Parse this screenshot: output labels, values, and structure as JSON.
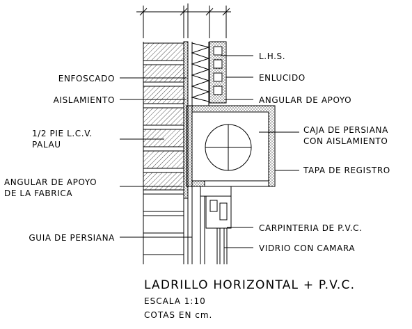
{
  "labels_right": {
    "lhs": "L.H.S.",
    "enlucido": "ENLUCIDO",
    "angular_apoyo": "ANGULAR DE APOYO",
    "caja_persiana_1": "CAJA DE PERSIANA",
    "caja_persiana_2": "CON AISLAMIENTO",
    "tapa_registro": "TAPA DE REGISTRO",
    "carpinteria": "CARPINTERIA DE P.V.C.",
    "vidrio": "VIDRIO CON CAMARA"
  },
  "labels_left": {
    "enfoscado": "ENFOSCADO",
    "aislamiento": "AISLAMIENTO",
    "pie_1": "1/2 PIE L.C.V.",
    "pie_2": "PALAU",
    "angular_fabrica_1": "ANGULAR DE APOYO",
    "angular_fabrica_2": "DE LA FABRICA",
    "guia": "GUIA DE PERSIANA"
  },
  "title": {
    "main": "LADRILLO HORIZONTAL + P.V.C.",
    "scale": "ESCALA 1:10",
    "units": "COTAS EN cm."
  },
  "colors": {
    "line": "#000000",
    "background": "#ffffff"
  }
}
